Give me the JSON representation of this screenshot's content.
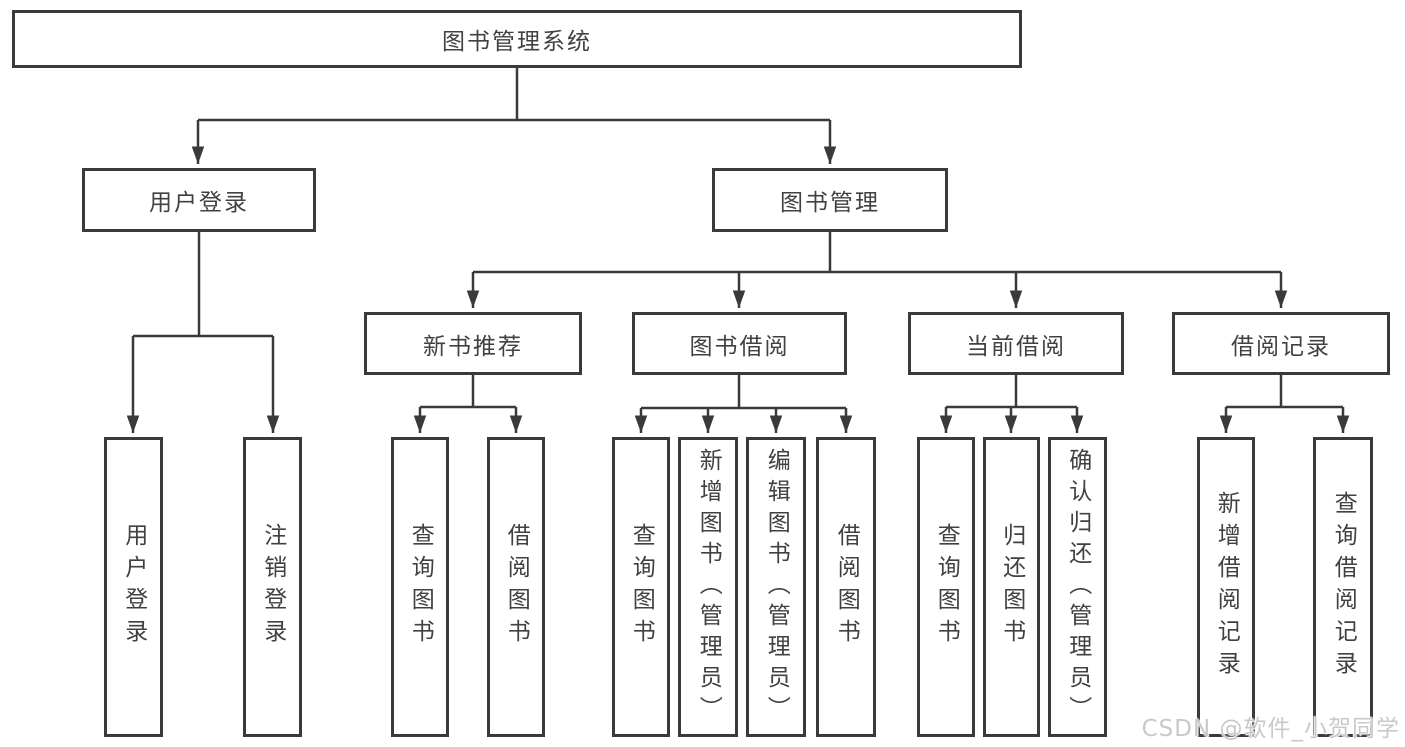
{
  "diagram": {
    "root": {
      "label": "图书管理系统"
    },
    "level2": {
      "user_login": {
        "label": "用户登录"
      },
      "book_mgmt": {
        "label": "图书管理"
      }
    },
    "level3": {
      "new_book_rec": {
        "label": "新书推荐"
      },
      "book_borrow": {
        "label": "图书借阅"
      },
      "current_borrow": {
        "label": "当前借阅"
      },
      "borrow_records": {
        "label": "借阅记录"
      }
    },
    "leaves": {
      "user_login": {
        "label": "用户登录"
      },
      "logout": {
        "label": "注销登录"
      },
      "rec_query_book": {
        "label": "查询图书"
      },
      "rec_borrow_book": {
        "label": "借阅图书"
      },
      "bb_query_book": {
        "label": "查询图书"
      },
      "bb_add_book": {
        "label": "新增图书（管理员）"
      },
      "bb_edit_book": {
        "label": "编辑图书（管理员）"
      },
      "bb_borrow_book": {
        "label": "借阅图书"
      },
      "cb_query_book": {
        "label": "查询图书"
      },
      "cb_return_book": {
        "label": "归还图书"
      },
      "cb_confirm_return": {
        "label": "确认归还（管理员）"
      },
      "br_add_record": {
        "label": "新增借阅记录"
      },
      "br_query_record": {
        "label": "查询借阅记录"
      }
    },
    "colors": {
      "line": "#3a3a3a",
      "text": "#414141",
      "background": "#ffffff",
      "watermark": "#c9c9c9"
    }
  },
  "watermark": {
    "text": "CSDN @软件_小贺同学"
  }
}
